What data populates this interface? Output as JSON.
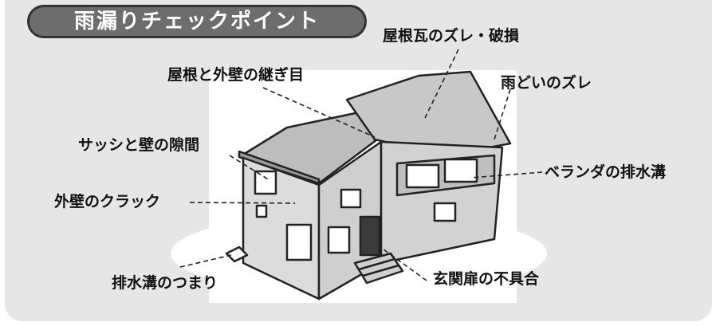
{
  "title": "雨漏りチェックポイント",
  "labels": {
    "roof_tiles": "屋根瓦のズレ・破損",
    "roof_wall_joint": "屋根と外壁の継ぎ目",
    "gutter": "雨どいのズレ",
    "sash_gap": "サッシと壁の隙間",
    "veranda_drain": "ベランダの排水溝",
    "wall_crack": "外壁のクラック",
    "drain_clog": "排水溝のつまり",
    "entrance_door": "玄関扉の不具合"
  },
  "colors": {
    "panel": "#e6e6e6",
    "title_pill": "#6d6d6d",
    "line": "#222222"
  }
}
